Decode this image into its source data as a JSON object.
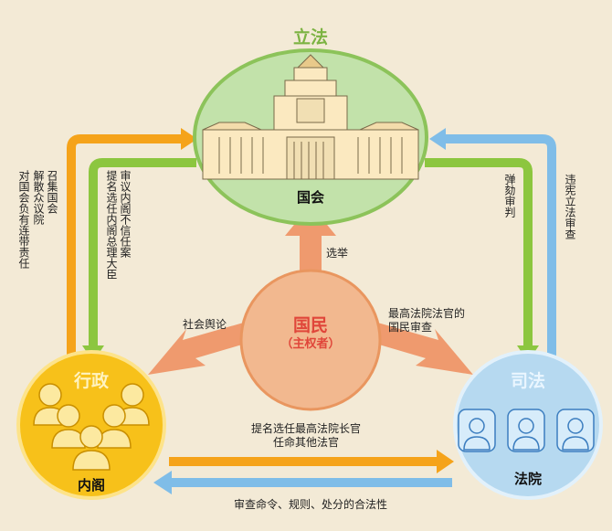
{
  "branches": {
    "legislature": {
      "title": "立法",
      "body": "国会"
    },
    "executive": {
      "title": "行政",
      "body": "内阁"
    },
    "judiciary": {
      "title": "司法",
      "body": "法院"
    },
    "people": {
      "title": "国民",
      "subtitle": "（主权者）"
    }
  },
  "relations": {
    "people_to_diet": "选举",
    "people_to_cabinet": "社会舆论",
    "people_to_court": [
      "最高法院法官的",
      "国民审查"
    ],
    "cabinet_to_court": [
      "提名选任最高法院长官",
      "任命其他法官"
    ],
    "court_to_cabinet": "审查命令、规则、处分的合法性",
    "cabinet_to_diet": [
      "召集国会",
      "解散众议院"
    ],
    "cabinet_responsibility": "对国会负有连带责任",
    "diet_to_cabinet": [
      "审议内阁不信任案",
      "提名选任内阁总理大臣"
    ],
    "diet_to_court": [
      "弹劾审判"
    ],
    "court_to_diet": [
      "违宪立法审查"
    ]
  },
  "colors": {
    "background": "#f3ead6",
    "legislature": "#bfe0a6",
    "legislature_border": "#8cc35a",
    "executive": "#f7c11a",
    "judiciary": "#b6d9f0",
    "people": "#f2b88f",
    "arrow_orange": "#f5a31a",
    "arrow_green": "#8cc63f",
    "arrow_blue": "#7fbde8",
    "arrow_salmon": "#ef9a6e"
  }
}
